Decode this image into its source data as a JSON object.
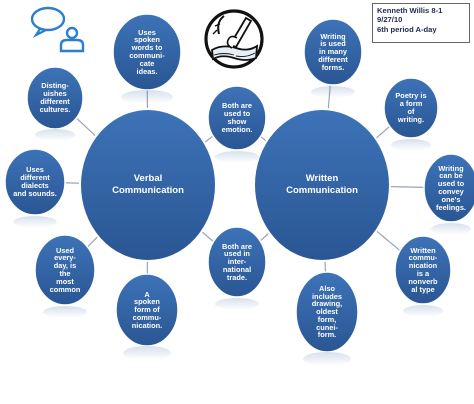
{
  "hubs": {
    "verbal": "Verbal\nCommunication",
    "written": "Written\nCommunication"
  },
  "bubbles": {
    "spoken_words": "Uses\nspoken\nwords to\ncommuni-\ncate\nideas.",
    "distinguishes": "Disting-\nuishes\ndifferent\ncultures.",
    "dialects": "Uses\ndifferent\ndialects\nand sounds.",
    "everyday": "Used\nevery-\nday, is\nthe\nmost\ncommon",
    "spoken_form": "A\nspoken\nform of\ncommu-\nnication.",
    "show_emotion": "Both are\nused to\nshow\nemotion.",
    "trade": "Both are\nused in\ninter-\nnational\ntrade.",
    "many_forms": "Writing\nis used\nin many\ndifferent\nforms.",
    "poetry": "Poetry is\na form\nof\nwriting.",
    "feelings": "Writing\ncan be\nused to\nconvey\none's\nfeelings.",
    "nonverbal": "Written\ncommu-\nnication\nis a\nnonverb\nal type",
    "drawing": "Also\nincludes\ndrawing,\noldest\nform,\ncunei-\nform."
  },
  "info": {
    "name": "Kenneth Willis 8-1",
    "date": "9/27/10",
    "period": "6th period A-day"
  },
  "colors": {
    "bubble_fill": "#2f5f9e",
    "bubble_stroke": "#ffffff",
    "line": "#9aa4b8",
    "icon_blue": "#2a7fd0"
  },
  "icons": [
    "chat-person-icon",
    "writing-hand-logo"
  ]
}
